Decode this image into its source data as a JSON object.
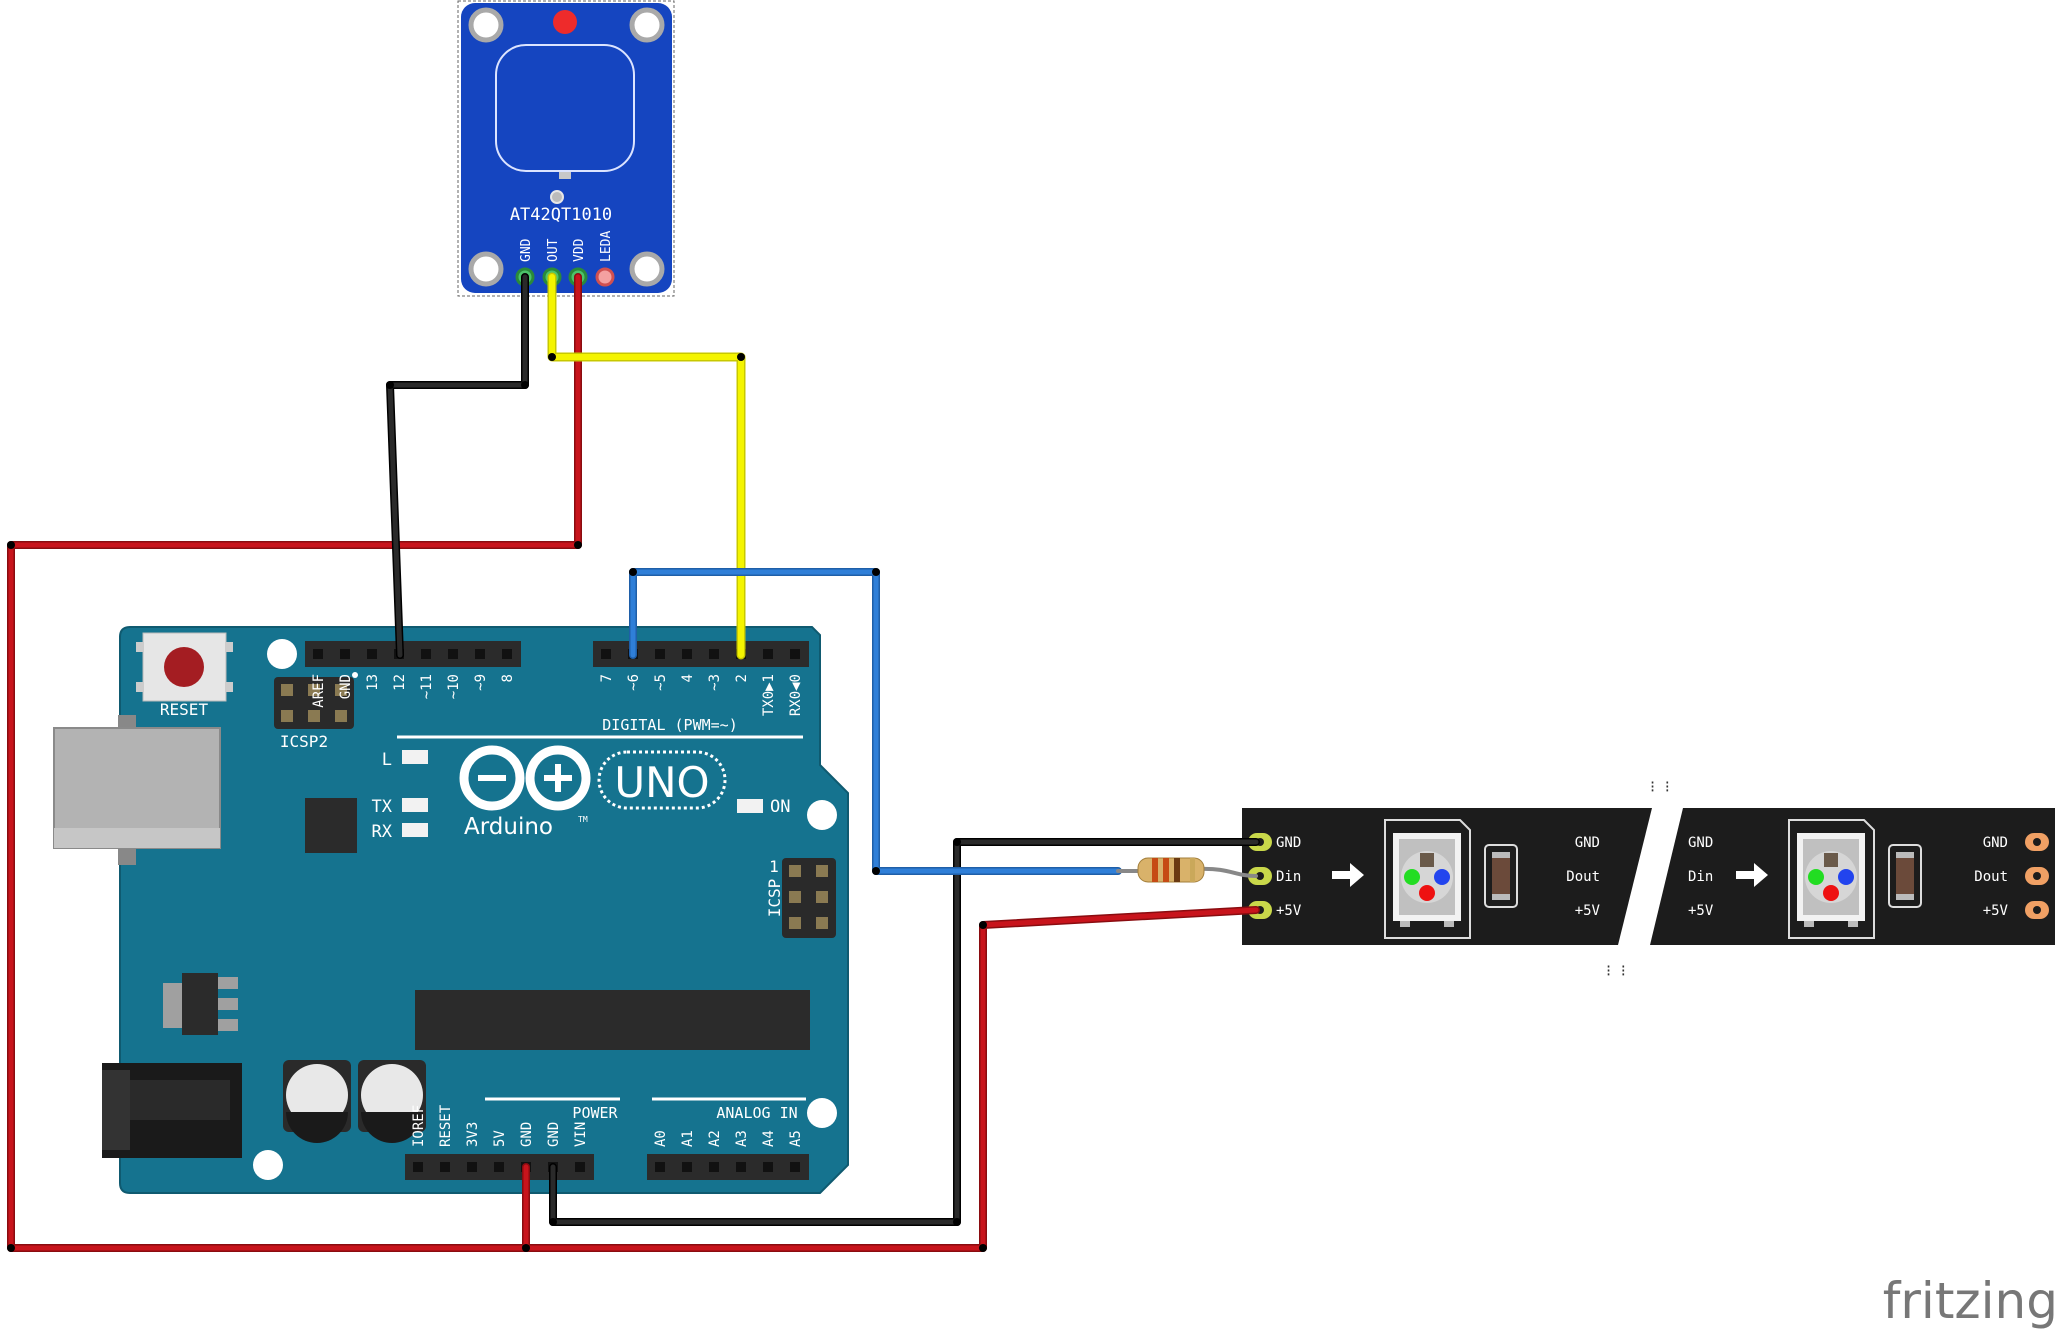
{
  "sensor": {
    "chip_label": "AT42QT1010",
    "pins": [
      "GND",
      "OUT",
      "VDD",
      "LEDA"
    ]
  },
  "arduino": {
    "reset_label": "RESET",
    "icsp2_label": "ICSP2",
    "icsp_label": "ICSP",
    "icsp_pin1": "1",
    "logo_text": "Arduino",
    "tm": "TM",
    "uno_text": "UNO",
    "digital_label": "DIGITAL (PWM=~)",
    "power_label": "POWER",
    "analog_label": "ANALOG IN",
    "led_l": "L",
    "led_tx": "TX",
    "led_rx": "RX",
    "led_on": "ON",
    "digital_header_left": [
      "AREF",
      "GND",
      "13",
      "12",
      "~11",
      "~10",
      "~9",
      "8"
    ],
    "digital_header_right": [
      "7",
      "~6",
      "~5",
      "4",
      "~3",
      "2",
      "TX0▶1",
      "RX0◀0"
    ],
    "power_header": [
      "IOREF",
      "RESET",
      "3V3",
      "5V",
      "GND",
      "GND",
      "VIN"
    ],
    "analog_header": [
      "A0",
      "A1",
      "A2",
      "A3",
      "A4",
      "A5"
    ]
  },
  "strip": {
    "seg1_in": [
      "GND",
      "Din",
      "+5V"
    ],
    "seg1_out": [
      "GND",
      "Dout",
      "+5V"
    ],
    "seg2_in": [
      "GND",
      "Din",
      "+5V"
    ],
    "seg2_out": [
      "GND",
      "Dout",
      "+5V"
    ]
  },
  "watermark": "fritzing",
  "colors": {
    "board": "#15738f",
    "sensor_pcb": "#1545c0",
    "wire_gnd": "#1a1a1a",
    "wire_vcc": "#c8141c",
    "wire_signal": "#f0f000",
    "wire_data": "#2f7fd8",
    "strip": "#1c1c1c"
  }
}
